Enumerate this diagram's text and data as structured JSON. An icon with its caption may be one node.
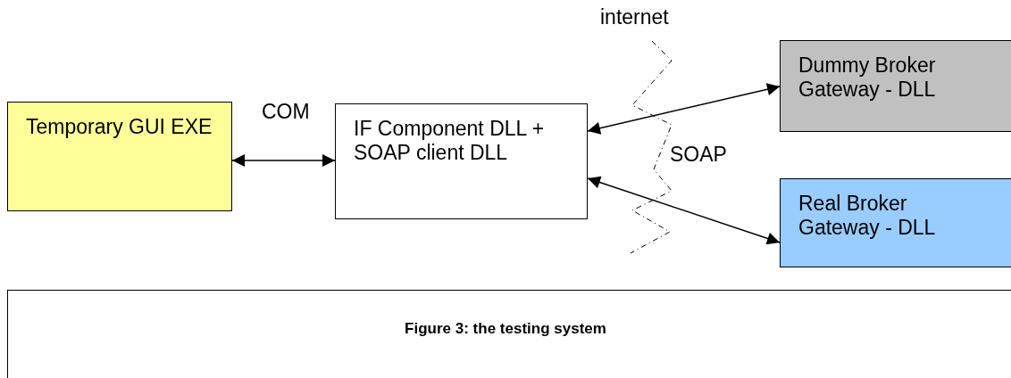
{
  "diagram": {
    "caption": "Figure 3: the testing system",
    "nodes": [
      {
        "text": [
          "Temporary GUI EXE"
        ]
      },
      {
        "text": [
          "IF Component DLL + SOAP client DLL"
        ]
      },
      {
        "text": [
          "Dummy Broker Gateway - DLL"
        ]
      },
      {
        "text": [
          "Real Broker Gateway - DLL"
        ]
      }
    ],
    "edges": [
      {
        "from": 0,
        "to": 1,
        "arrow": "both"
      },
      {
        "from": 1,
        "to": 2,
        "arrow": "both"
      },
      {
        "from": 1,
        "to": 3,
        "arrow": "both"
      }
    ],
    "labels": [
      "internet",
      "COM",
      "SOAP"
    ]
  }
}
